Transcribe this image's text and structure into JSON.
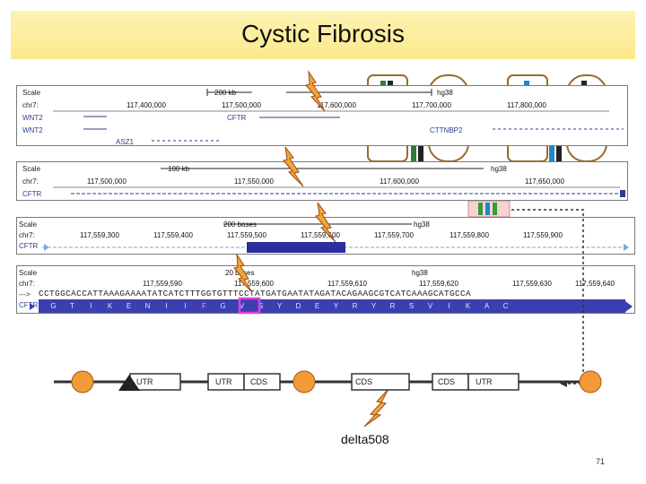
{
  "title": "Cystic Fibrosis",
  "panel1": {
    "labels": [
      "Scale",
      "chr7:",
      "WNT2",
      "WNT2"
    ],
    "scale": "200 kb",
    "assembly": "hg38",
    "ticks": [
      "117,400,000",
      "117,500,000",
      "117,600,000",
      "117,700,000",
      "117,800,000"
    ],
    "genes": {
      "cftr": "CFTR",
      "ctt": "CTTNBP2",
      "asz1": "ASZ1"
    }
  },
  "panel2": {
    "labels": [
      "Scale",
      "chr7:",
      "CFTR"
    ],
    "scale": "100 kb",
    "assembly": "hg38",
    "ticks": [
      "117,500,000",
      "117,550,000",
      "117,600,000",
      "117,650,000"
    ]
  },
  "panel3": {
    "labels": [
      "Scale",
      "chr7:",
      "CFTR"
    ],
    "scale": "200 bases",
    "assembly": "hg38",
    "ticks": [
      "117,559,300",
      "117,559,400",
      "117,559,500",
      "117,559,600",
      "117,559,700",
      "117,559,800",
      "117,559,900"
    ]
  },
  "panel4": {
    "labels": [
      "Scale",
      "chr7:",
      "--->",
      "CFTR"
    ],
    "scale": "20 bases",
    "assembly": "hg38",
    "ticks": [
      "117,559,590",
      "117,559,600",
      "117,559,610",
      "117,559,620",
      "117,559,630",
      "117,559,640"
    ],
    "sequence": "CCTGGCACCATTAAAGAAAATATCATCTTTGGTGTTTCCTATGATGAATATAGATACAGAAGCGTCATCAAAGCATGCCA",
    "amino_acids": [
      "G",
      "T",
      "I",
      "K",
      "E",
      "N",
      "I",
      "I",
      "F",
      "G",
      "V",
      "S",
      "Y",
      "D",
      "E",
      "Y",
      "R",
      "Y",
      "R",
      "S",
      "V",
      "I",
      "K",
      "A",
      "C"
    ]
  },
  "gene_model": {
    "segments": [
      "UTR",
      "UTR",
      "CDS",
      "CDS",
      "CDS",
      "UTR"
    ]
  },
  "caption": "delta508",
  "slide_number": "71",
  "colors": {
    "title_bg": "#fbe98a",
    "aa_bar": "#3b3fb0",
    "highlight": "#e040e0",
    "bolt": "#f2a33a",
    "circle": "#f29a38"
  }
}
